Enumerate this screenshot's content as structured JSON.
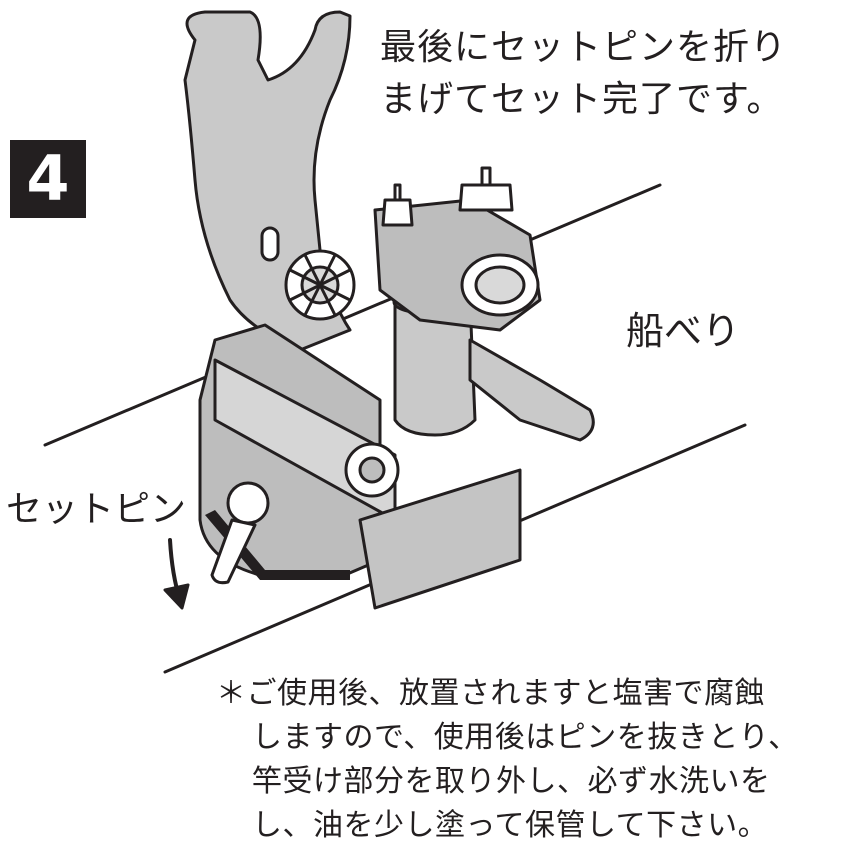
{
  "step_number": "4",
  "headline": {
    "line1": "最後にセットピンを折り",
    "line2": "まげてセット完了です。"
  },
  "labels": {
    "gunwale": "船べり",
    "set_pin": "セットピン"
  },
  "note": {
    "line1": "＊ご使用後、放置されますと塩害で腐蝕",
    "line2": "しますので、使用後はピンを抜きとり、",
    "line3": "竿受け部分を取り外し、必ず水洗いを",
    "line4": "し、油を少し塗って保管して下さい。"
  }
}
